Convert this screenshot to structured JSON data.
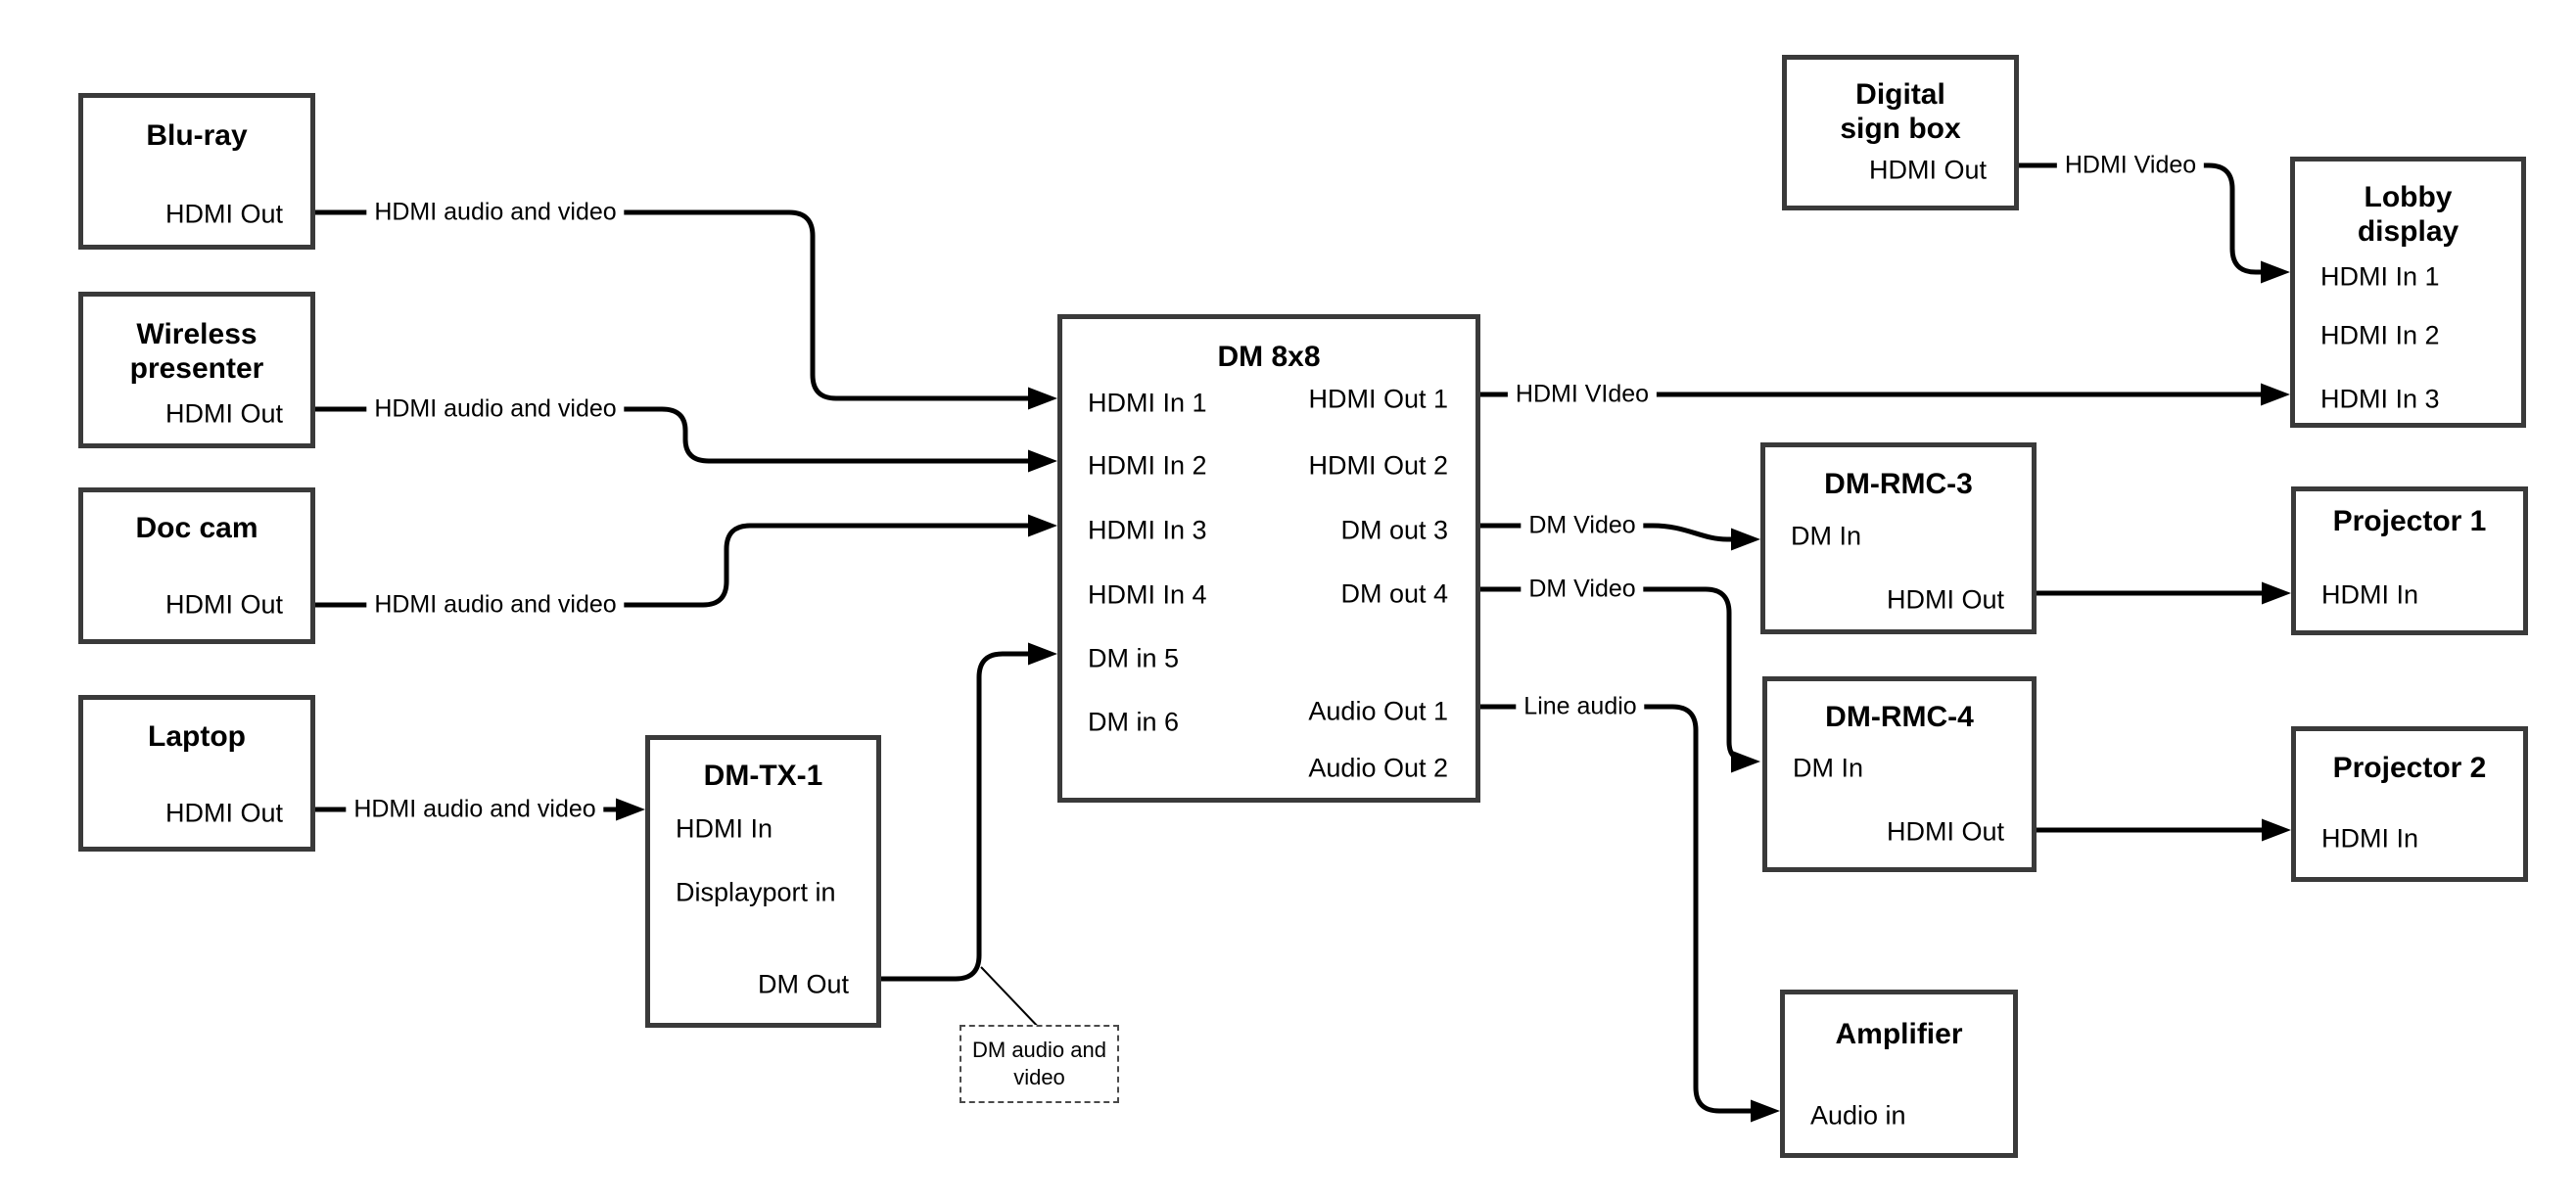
{
  "diagram": {
    "boxes": {
      "blu_ray": {
        "title": "Blu-ray",
        "ports": {
          "hdmi_out": "HDMI Out"
        }
      },
      "wireless": {
        "title": "Wireless presenter",
        "ports": {
          "hdmi_out": "HDMI Out"
        }
      },
      "doc_cam": {
        "title": "Doc cam",
        "ports": {
          "hdmi_out": "HDMI Out"
        }
      },
      "laptop": {
        "title": "Laptop",
        "ports": {
          "hdmi_out": "HDMI Out"
        }
      },
      "dm_tx_1": {
        "title": "DM-TX-1",
        "ports": {
          "hdmi_in": "HDMI In",
          "displayport_in": "Displayport in",
          "dm_out": "DM Out"
        }
      },
      "dm_8x8": {
        "title": "DM 8x8",
        "inputs": [
          "HDMI In 1",
          "HDMI In 2",
          "HDMI In 3",
          "HDMI In 4",
          "DM in 5",
          "DM in 6"
        ],
        "outputs": [
          "HDMI Out 1",
          "HDMI Out 2",
          "DM out 3",
          "DM out 4",
          "Audio Out 1",
          "Audio Out 2"
        ]
      },
      "digital_sign": {
        "title": "Digital sign box",
        "ports": {
          "hdmi_out": "HDMI Out"
        }
      },
      "lobby_display": {
        "title": "Lobby display",
        "ports": {
          "hdmi_in_1": "HDMI In 1",
          "hdmi_in_2": "HDMI In 2",
          "hdmi_in_3": "HDMI In 3"
        }
      },
      "dm_rmc_3": {
        "title": "DM-RMC-3",
        "ports": {
          "dm_in": "DM In",
          "hdmi_out": "HDMI Out"
        }
      },
      "projector_1": {
        "title": "Projector 1",
        "ports": {
          "hdmi_in": "HDMI In"
        }
      },
      "dm_rmc_4": {
        "title": "DM-RMC-4",
        "ports": {
          "dm_in": "DM In",
          "hdmi_out": "HDMI Out"
        }
      },
      "projector_2": {
        "title": "Projector 2",
        "ports": {
          "hdmi_in": "HDMI In"
        }
      },
      "amplifier": {
        "title": "Amplifier",
        "ports": {
          "audio_in": "Audio in"
        }
      }
    },
    "connections": [
      {
        "from": "Blu-ray HDMI Out",
        "to": "DM 8x8 HDMI In 1",
        "label": "HDMI audio and video"
      },
      {
        "from": "Wireless presenter HDMI Out",
        "to": "DM 8x8 HDMI In 2",
        "label": "HDMI audio and video"
      },
      {
        "from": "Doc cam HDMI Out",
        "to": "DM 8x8 HDMI In 3",
        "label": "HDMI audio and video"
      },
      {
        "from": "Laptop HDMI Out",
        "to": "DM-TX-1 HDMI In",
        "label": "HDMI audio and video"
      },
      {
        "from": "DM-TX-1 DM Out",
        "to": "DM 8x8 DM in 5",
        "label": "",
        "note": "DM audio and video"
      },
      {
        "from": "DM 8x8 HDMI Out 1",
        "to": "Lobby display HDMI In 3",
        "label": "HDMI VIdeo"
      },
      {
        "from": "Digital sign box HDMI Out",
        "to": "Lobby display HDMI In 1",
        "label": "HDMI Video"
      },
      {
        "from": "DM 8x8 DM out 3",
        "to": "DM-RMC-3 DM In",
        "label": "DM Video"
      },
      {
        "from": "DM 8x8 DM out 4",
        "to": "DM-RMC-4 DM In",
        "label": "DM Video"
      },
      {
        "from": "DM 8x8 Audio Out 1",
        "to": "Amplifier Audio in",
        "label": "Line audio"
      },
      {
        "from": "DM-RMC-3 HDMI Out",
        "to": "Projector 1 HDMI In",
        "label": ""
      },
      {
        "from": "DM-RMC-4 HDMI Out",
        "to": "Projector 2 HDMI In",
        "label": ""
      }
    ],
    "colors": {
      "line": "#000000",
      "box_border": "#3a3a3a",
      "background": "#ffffff"
    }
  }
}
